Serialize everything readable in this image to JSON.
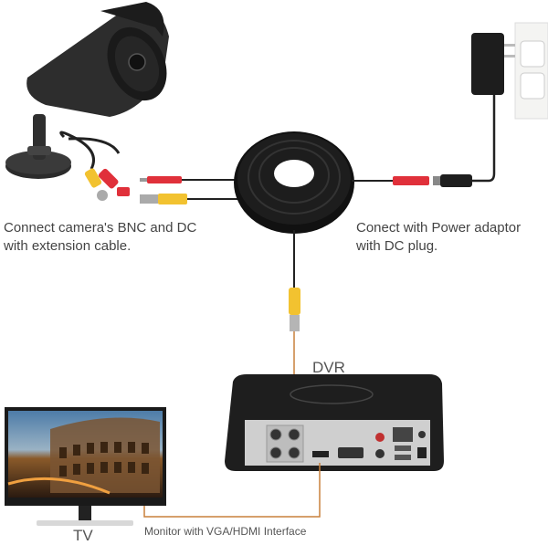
{
  "diagram": {
    "camera_caption": {
      "line1": "Connect camera's BNC and DC",
      "line2": "with extension cable."
    },
    "power_caption": {
      "line1": "Conect with Power adaptor",
      "line2": "with DC plug."
    },
    "dvr_label": "DVR",
    "tv_label": "TV",
    "monitor_caption": "Monitor with VGA/HDMI Interface",
    "components": [
      "security-camera",
      "extension-cable-coil",
      "power-adapter",
      "wall-outlet",
      "dvr",
      "tv-monitor"
    ],
    "colors": {
      "arrow_line": "#c8803c",
      "cable": "#111111",
      "bnc_yellow": "#f2c230",
      "dc_red": "#e0303a",
      "dvr_body": "#1e1e1e",
      "dvr_panel": "#cfcfcf"
    }
  }
}
